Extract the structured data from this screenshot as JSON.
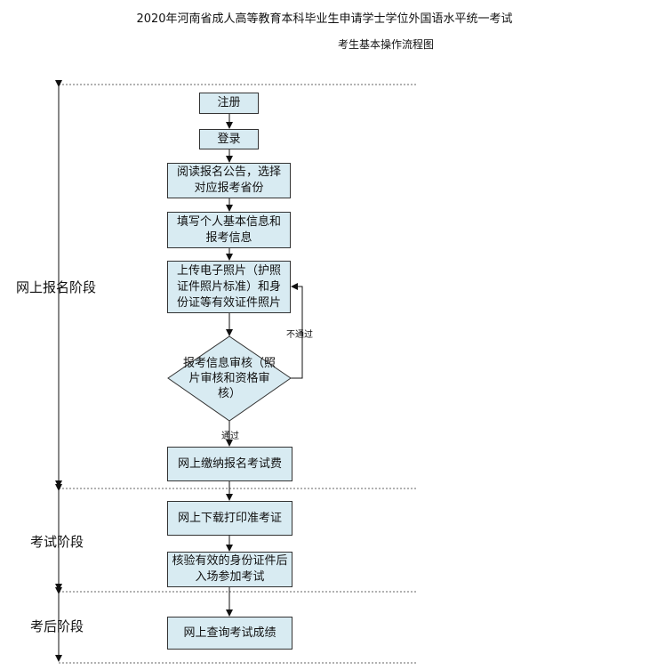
{
  "title_line1": "2020年河南省成人高等教育本科毕业生申请学士学位外国语水平统一考试",
  "title_line2": "考生基本操作流程图",
  "stages": [
    "网上报名阶段",
    "考试阶段",
    "考后阶段"
  ],
  "steps": {
    "register": "注册",
    "login": "登录",
    "read": "阅读报名公告，选择对应报考省份",
    "fill": "填写个人基本信息和报考信息",
    "upload": "上传电子照片（护照证件照片标准）和身份证等有效证件照片",
    "review": "报考信息审核（照片审核和资格审核）",
    "pay": "网上缴纳报名考试费",
    "download": "网上下载打印准考证",
    "verify": "核验有效的身份证件后入场参加考试",
    "query": "网上查询考试成绩"
  },
  "edge_labels": {
    "fail": "不通过",
    "pass": "通过"
  }
}
